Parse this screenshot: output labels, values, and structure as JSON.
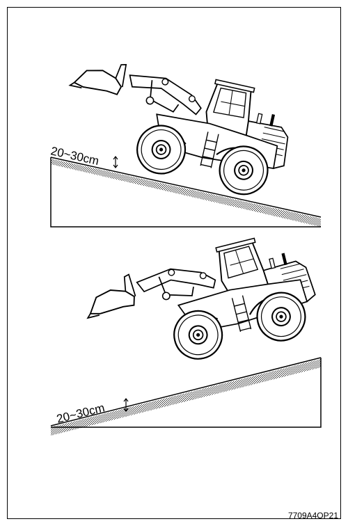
{
  "figures": [
    {
      "clearance_label": "20~30cm",
      "slope": "downhill"
    },
    {
      "clearance_label": "20~30cm",
      "slope": "uphill"
    }
  ],
  "doc_code": "7709A4OP21",
  "colors": {
    "line": "#000000",
    "paper": "#ffffff"
  }
}
